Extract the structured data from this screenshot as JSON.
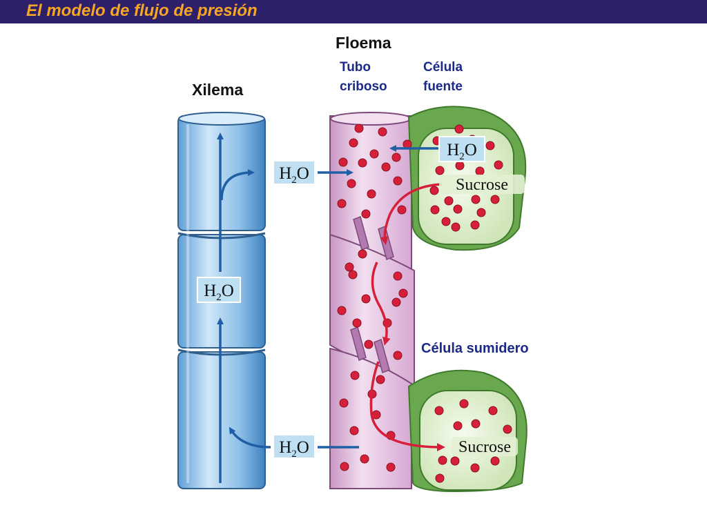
{
  "slide": {
    "title": "El modelo de flujo de presión"
  },
  "labels": {
    "xylem": "Xilema",
    "phloem": "Floema",
    "sieve_tube_line1": "Tubo",
    "sieve_tube_line2": "criboso",
    "source_cell_line1": "Célula",
    "source_cell_line2": "fuente",
    "sink_cell": "Célula sumidero"
  },
  "diagram_text": {
    "water_box_main": "H",
    "water_box_sub": "2",
    "water_box_end": "O",
    "sucrose": "Sucrose"
  },
  "colors": {
    "title_bar": "#2e1f6b",
    "title_text": "#f5a623",
    "xylem_fill": "#8fc1e8",
    "phloem_fill": "#e6bfe0",
    "cell_outer": "#6aa84f",
    "cell_inner": "#e3f0d3",
    "water_arrow": "#1f5fa6",
    "sugar_arrow": "#d6203a",
    "sugar_dot": "#d6203a",
    "label_box": "#bfe0f2"
  }
}
